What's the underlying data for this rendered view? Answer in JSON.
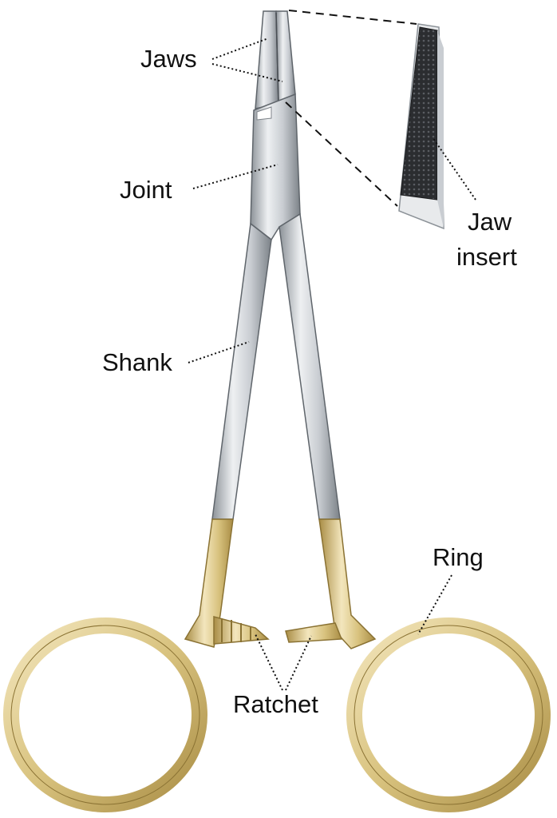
{
  "labels": {
    "jaws": "Jaws",
    "joint": "Joint",
    "jaw_insert_line1": "Jaw",
    "jaw_insert_line2": "insert",
    "shank": "Shank",
    "ring": "Ring",
    "ratchet": "Ratchet"
  },
  "colors": {
    "steel_light": "#eef0f2",
    "steel_mid": "#c9cdd2",
    "steel_dark": "#8c9298",
    "gold_light": "#f3e6bd",
    "gold_mid": "#d8c27e",
    "gold_dark": "#a98d45",
    "insert_dark": "#2b2d30",
    "leader": "#111111"
  }
}
